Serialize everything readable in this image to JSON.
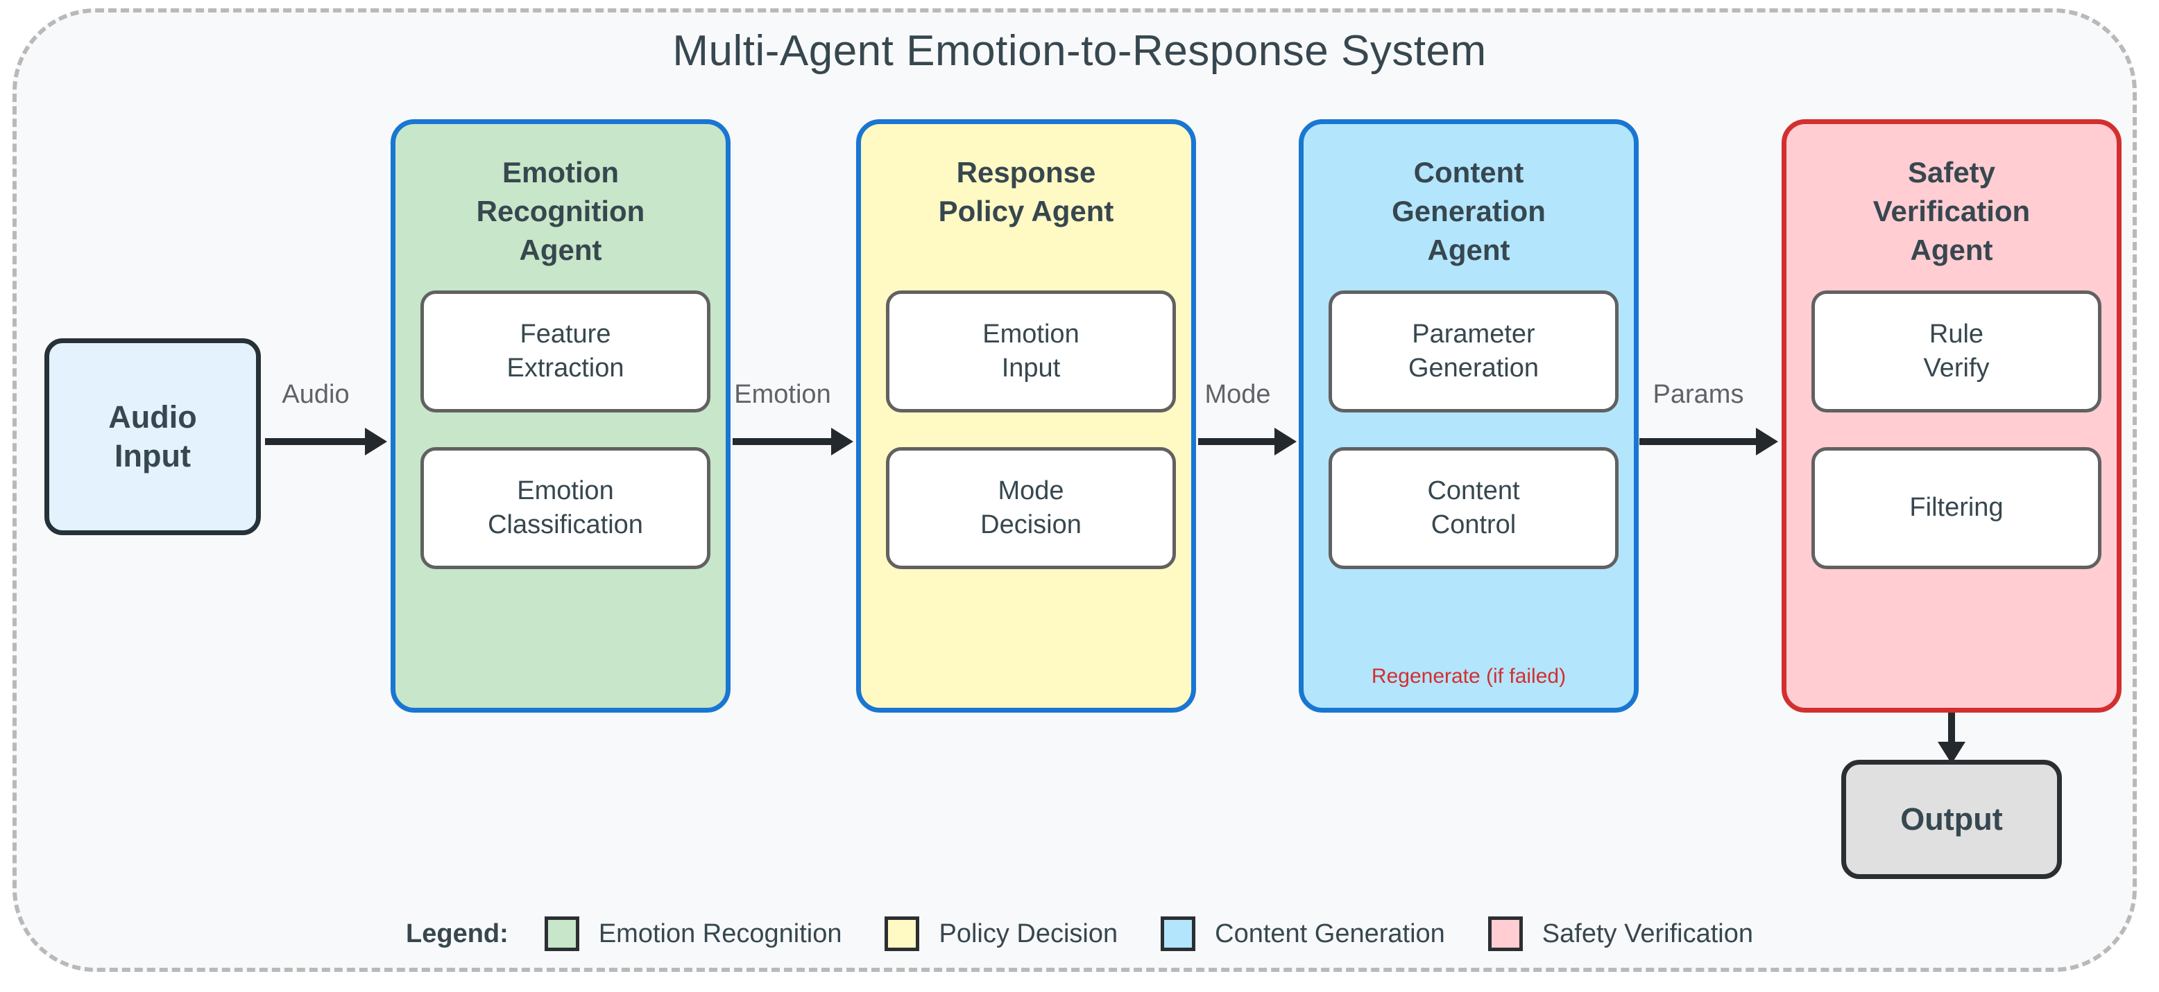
{
  "diagram": {
    "title": "Multi-Agent Emotion-to-Response System",
    "boundary_style": "dashed"
  },
  "io_nodes": {
    "input": {
      "label": "Audio\nInput",
      "line1": "Audio",
      "line2": "Input",
      "fill": "#e3f2fd",
      "stroke": "#263238"
    },
    "output": {
      "label": "Output",
      "fill": "#e0e0e0",
      "stroke": "#2b2f33"
    }
  },
  "agents": [
    {
      "id": "emotion-recognition",
      "title_lines": [
        "Emotion",
        "Recognition",
        "Agent"
      ],
      "fill": "#c8e6c9",
      "stroke": "#1976d2",
      "sub_boxes": [
        {
          "lines": [
            "Feature",
            "Extraction"
          ]
        },
        {
          "lines": [
            "Emotion",
            "Classification"
          ]
        }
      ],
      "note": ""
    },
    {
      "id": "response-policy",
      "title_lines": [
        "Response",
        "Policy Agent"
      ],
      "fill": "#fff9c4",
      "stroke": "#1976d2",
      "sub_boxes": [
        {
          "lines": [
            "Emotion",
            "Input"
          ]
        },
        {
          "lines": [
            "Mode",
            "Decision"
          ]
        }
      ],
      "note": ""
    },
    {
      "id": "content-generation",
      "title_lines": [
        "Content",
        "Generation",
        "Agent"
      ],
      "fill": "#b3e5fc",
      "stroke": "#1976d2",
      "sub_boxes": [
        {
          "lines": [
            "Parameter",
            "Generation"
          ]
        },
        {
          "lines": [
            "Content",
            "Control"
          ]
        }
      ],
      "note": "Regenerate (if failed)"
    },
    {
      "id": "safety-verification",
      "title_lines": [
        "Safety",
        "Verification",
        "Agent"
      ],
      "fill": "#ffcdd2",
      "stroke": "#d32f2f",
      "sub_boxes": [
        {
          "lines": [
            "Rule",
            "Verify"
          ]
        },
        {
          "lines": [
            "Filtering"
          ]
        }
      ],
      "note": ""
    }
  ],
  "connectors": [
    {
      "id": "audio",
      "label": "Audio",
      "from": "audio-input",
      "to": "emotion-recognition"
    },
    {
      "id": "emotion",
      "label": "Emotion",
      "from": "emotion-recognition",
      "to": "response-policy"
    },
    {
      "id": "mode",
      "label": "Mode",
      "from": "response-policy",
      "to": "content-generation"
    },
    {
      "id": "params",
      "label": "Params",
      "from": "content-generation",
      "to": "safety-verification"
    },
    {
      "id": "result",
      "label": "",
      "from": "safety-verification",
      "to": "output"
    }
  ],
  "legend": {
    "title": "Legend:",
    "items": [
      {
        "label": "Emotion Recognition",
        "color": "#c8e6c9"
      },
      {
        "label": "Policy Decision",
        "color": "#fff9c4"
      },
      {
        "label": "Content Generation",
        "color": "#b3e5fc"
      },
      {
        "label": "Safety Verification",
        "color": "#ffcdd2"
      }
    ]
  }
}
